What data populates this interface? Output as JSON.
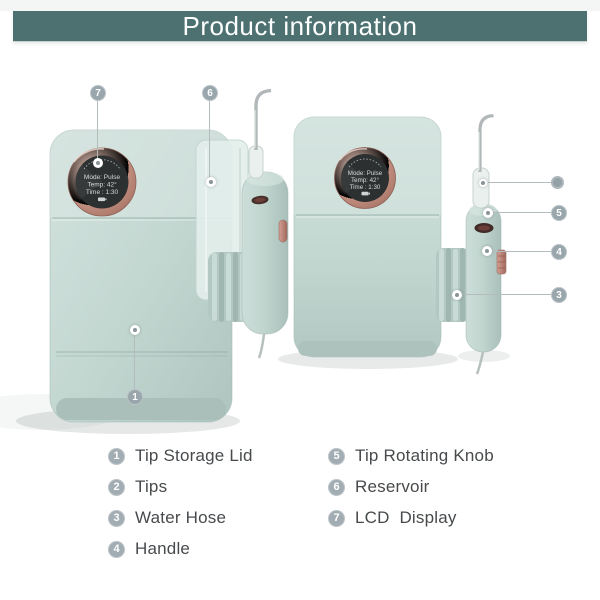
{
  "header": {
    "title": "Product information"
  },
  "colors": {
    "banner_teal": "#4d7071",
    "device_mint": "#c6d9d3",
    "ring_rose_gold": "#c2917f",
    "screen_dark": "#2c3031",
    "callout_gray": "#9aa7ad",
    "legend_text": "#474a4c"
  },
  "screens": {
    "left": {
      "mode": "Mode: Pulse",
      "temp": "Temp: 42°",
      "time": "Time : 1:30"
    },
    "right": {
      "mode": "Mode: Pulse",
      "temp": "Temp: 42°",
      "time": "Time : 1:30"
    }
  },
  "callouts": {
    "c1": "1",
    "c3": "3",
    "c4": "4",
    "c5": "5",
    "c6": "6",
    "c7": "7"
  },
  "legend": {
    "left": [
      {
        "num": "1",
        "label": "Tip Storage Lid"
      },
      {
        "num": "2",
        "label": "Tips"
      },
      {
        "num": "3",
        "label": "Water Hose"
      },
      {
        "num": "4",
        "label": "Handle"
      }
    ],
    "right": [
      {
        "num": "5",
        "label": "Tip Rotating Knob"
      },
      {
        "num": "6",
        "label": "Reservoir"
      },
      {
        "num": "7",
        "label": "LCD  Display"
      }
    ]
  }
}
